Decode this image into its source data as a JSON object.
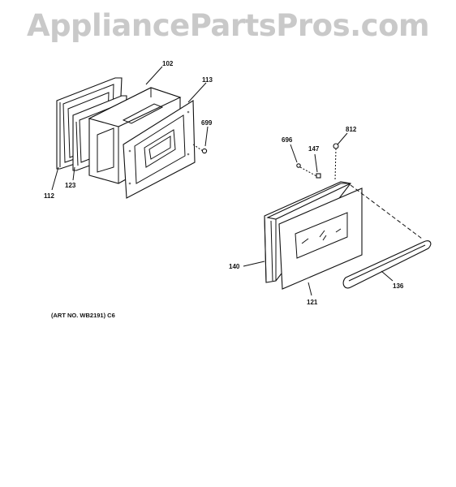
{
  "watermark": "AppliancePartsPros.com",
  "art_number": "(ART NO. WB2191) C6",
  "callouts": {
    "p102": "102",
    "p113": "113",
    "p699": "699",
    "p112": "112",
    "p123": "123",
    "p696": "696",
    "p147": "147",
    "p812": "812",
    "p140": "140",
    "p121": "121",
    "p136": "136"
  }
}
